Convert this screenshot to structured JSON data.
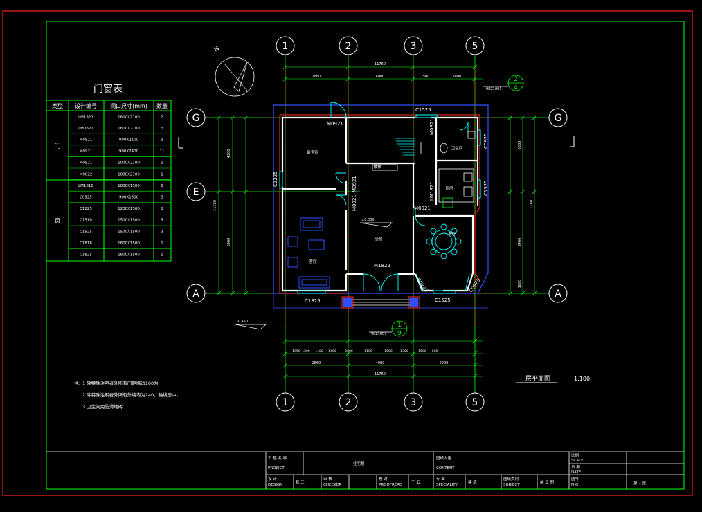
{
  "title_table": {
    "heading": "门窗表",
    "columns": [
      "类型",
      "设计编号",
      "洞口尺寸(mm)",
      "数量"
    ],
    "groups": [
      {
        "type": "门",
        "rows": [
          [
            "LM1821",
            "1800X2100",
            "2"
          ],
          [
            "LM0821",
            "1800X2100",
            "3"
          ],
          [
            "M0821",
            "800X2100",
            "3"
          ],
          [
            "M0921",
            "900X2400",
            "11"
          ],
          [
            "M0921",
            "1000X2100",
            "1"
          ],
          [
            "M0822",
            "1800X2100",
            "1"
          ]
        ]
      },
      {
        "type": "窗",
        "rows": [
          [
            "LM1818",
            "1800X1500",
            "6"
          ],
          [
            "C0925",
            "900X1500",
            "3"
          ],
          [
            "C1225",
            "1200X1500",
            "1"
          ],
          [
            "C1510",
            "1500X1500",
            "9"
          ],
          [
            "C1525",
            "1500X1500",
            "3"
          ],
          [
            "C1818",
            "1800X1500",
            "1"
          ],
          [
            "C1825",
            "1800X1500",
            "1"
          ]
        ]
      }
    ]
  },
  "axes": {
    "top": [
      "1",
      "2",
      "3",
      "5"
    ],
    "bottom": [
      "1",
      "2",
      "3",
      "5"
    ],
    "left": [
      "G",
      "E",
      "A"
    ],
    "right": [
      "G",
      "A"
    ]
  },
  "dimensions": {
    "top_total": "11760",
    "top_parts": [
      "2860",
      "4000",
      "1500",
      "2400"
    ],
    "bottom_total": "11760",
    "bottom_mid": [
      "2860",
      "4000",
      "2900"
    ],
    "bottom_detail": [
      "1050",
      "1200",
      "1100",
      "1400",
      "2000",
      "1100",
      "1500",
      "1300",
      "1500",
      "600"
    ],
    "left_total": "11760",
    "left_parts": [
      "4300",
      "6900"
    ],
    "right_total": "11760",
    "right_parts": [
      "3600",
      "3400",
      "1800"
    ]
  },
  "rooms": {
    "bedroom": "卧室间",
    "living": "客厅",
    "hall": "堂屋",
    "kitchen": "厨房",
    "bath": "卫生间",
    "dining": "餐厅",
    "stair": "楼梯"
  },
  "tags": {
    "m0921_a": "M0921",
    "m0921_b": "M0921",
    "m0921_c": "M0921",
    "m0921_d": "M0921",
    "m0821": "M0821",
    "c1525_top": "C1525",
    "c1525_bot": "C1525",
    "c1825": "C1825",
    "c1225": "C1225",
    "c0925_a": "C0925",
    "c0925_b": "C0925",
    "c0925_c": "C0925",
    "lm1821": "LM1821",
    "m1822": "M1822",
    "c1525_side": "C1525",
    "elev_top": "98Z1001",
    "elev_bot": "98Z1001",
    "detail_top": "2",
    "detail_top_b": "4",
    "detail_bot": "1",
    "detail_bot_b": "9",
    "level_main": "±0.000",
    "level_out": "-0.450"
  },
  "notes": {
    "label": "注:",
    "items": [
      "1  除特殊注明者外所有门距墙边160为",
      "2  除特殊注明者外所有外墙均为240，轴线居中。",
      "3  卫生间用防滑地砖"
    ]
  },
  "drawing_title": "一层平面图",
  "scale": "1:100",
  "north": "N",
  "title_block": {
    "project_cn": "工 程 名 称",
    "project_en": "PROJECT",
    "project_val": "住宅楼",
    "content_cn": "图纸内容",
    "content_en": "CONTENT",
    "scale_cn": "比例",
    "scale_en": "SCALE",
    "date_cn": "日 期",
    "date_en": "DATE",
    "no_cn": "图号",
    "no_en": "N O",
    "no_val": "第 2 张",
    "design_cn": "设 计",
    "design_en": "DESIGN",
    "design_val": "张 三",
    "checker_cn": "审 核",
    "checker_en": "CHECKER",
    "proof_cn": "校 对",
    "proof_en": "PROOFREAD",
    "proof_val": "王 五",
    "spec_cn": "专 业",
    "spec_en": "SPECIALITY",
    "spec_val": "建 筑",
    "subject_cn": "图纸类别",
    "subject_en": "SUBJECT",
    "subject_val": "施 工 图"
  },
  "colors": {
    "frame_red": "#ff2020",
    "frame_green": "#00ff00",
    "wall_white": "#ffffff",
    "wall_red": "#ff3030",
    "cyan": "#00ffff",
    "blue": "#3050ff",
    "yellow": "#ffff00",
    "magenta": "#ff40ff"
  }
}
